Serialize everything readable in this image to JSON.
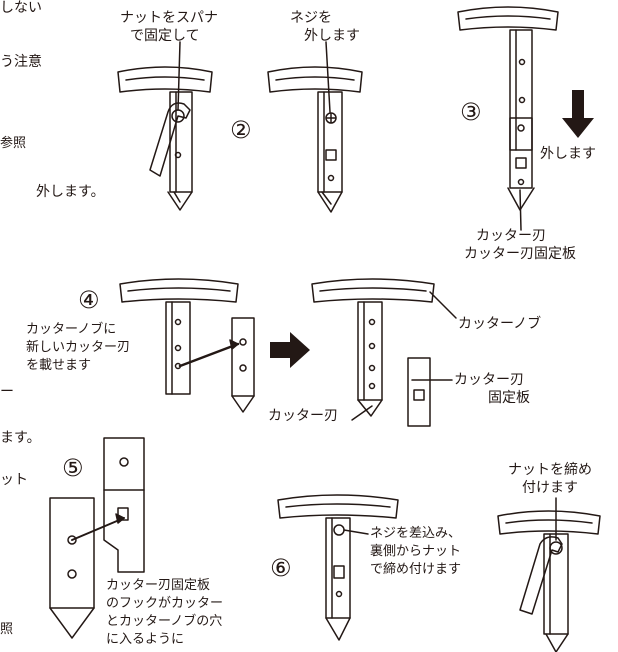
{
  "left_column_fragments": [
    "しない",
    "う注意",
    "参照",
    "外します。",
    "ー",
    "ます。",
    "ット",
    "照"
  ],
  "steps": [
    {
      "number": "②",
      "labels": [
        "ナットをスパナ",
        "で固定して",
        "ネジを",
        "外します"
      ]
    },
    {
      "number": "③",
      "labels": [
        "外します",
        "カッター刃",
        "カッター刃固定板"
      ]
    },
    {
      "number": "④",
      "labels": [
        "カッターノブに",
        "新しいカッター刃",
        "を載せます",
        "カッターノブ",
        "カッター刃",
        "カッター刃",
        "固定板"
      ]
    },
    {
      "number": "⑤",
      "labels": [
        "カッター刃固定板",
        "のフックがカッター",
        "とカッターノブの穴",
        "に入るように"
      ]
    },
    {
      "number": "⑥",
      "labels": [
        "ネジを差込み、",
        "裏側からナット",
        "で締め付けます",
        "ナットを締め",
        "付けます"
      ]
    }
  ],
  "colors": {
    "ink": "#231815",
    "arrow": "#231815"
  }
}
